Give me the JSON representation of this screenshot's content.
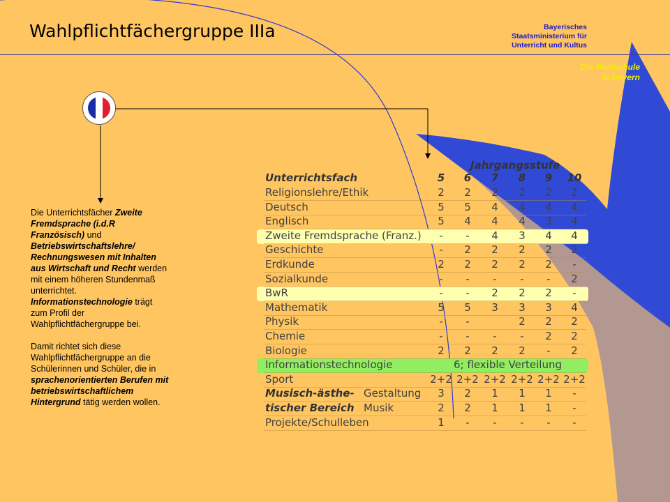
{
  "header": {
    "title": "Wahlpflichtfächergruppe IIIa",
    "ministry_lines": [
      "Bayerisches",
      "Staatsministerium für",
      "Unterricht und Kultus"
    ],
    "school_lines": [
      "Die Realschule",
      "in Bayern"
    ]
  },
  "colors": {
    "background": "#ffc561",
    "ministry_text": "#1b1bd0",
    "school_text": "#f0f000",
    "swoosh": "#1f3fe0",
    "highlight_yellow": "#ffffb0",
    "highlight_green": "#90ee60"
  },
  "flag": {
    "icon": "french-flag-icon",
    "colors": [
      "#1a2ba8",
      "#ffffff",
      "#e0202a"
    ]
  },
  "description": {
    "para1": [
      {
        "t": "Die Unterrichtsfächer",
        "b": false
      },
      {
        "t": "Zweite Fremdsprache (i.d.R Französisch)",
        "b": true
      },
      {
        "t": "und",
        "b": false
      },
      {
        "t": "Betriebswirtschaftslehre/ Rechnungswesen mit Inhalten aus Wirtschaft und Recht",
        "b": true
      },
      {
        "t": "werden mit einem höheren Stundenmaß unterrichtet.",
        "b": false
      },
      {
        "t": "Informationstechnologie",
        "b": true
      },
      {
        "t": "trägt zum Profil der Wahlpflichtfächergruppe bei.",
        "b": false
      }
    ],
    "para2": [
      {
        "t": "Damit richtet sich diese Wahlpflichtfächergruppe an die Schülerinnen und Schüler, die in",
        "b": false
      },
      {
        "t": "sprachenorientierten Berufen mit betriebswirtschaftlichem Hintergrund",
        "b": true
      },
      {
        "t": "tätig werden wollen.",
        "b": false
      }
    ]
  },
  "table": {
    "group_header": "Jahrgangsstufe",
    "subject_header": "Unterrichtsfach",
    "grades": [
      "5",
      "6",
      "7",
      "8",
      "9",
      "10"
    ],
    "rows": [
      {
        "subject": "Religionslehre/Ethik",
        "values": [
          "2",
          "2",
          "2",
          "2",
          "2",
          "2"
        ]
      },
      {
        "subject": "Deutsch",
        "values": [
          "5",
          "5",
          "4",
          "4",
          "4",
          "4"
        ]
      },
      {
        "subject": "Englisch",
        "values": [
          "5",
          "4",
          "4",
          "4",
          "3",
          "4"
        ]
      },
      {
        "subject": "Zweite Fremdsprache (Franz.)",
        "values": [
          "-",
          "-",
          "4",
          "3",
          "4",
          "4"
        ],
        "highlight": "yellow"
      },
      {
        "subject": "Geschichte",
        "values": [
          "-",
          "2",
          "2",
          "2",
          "2",
          "2"
        ]
      },
      {
        "subject": "Erdkunde",
        "values": [
          "2",
          "2",
          "2",
          "2",
          "2",
          "-"
        ]
      },
      {
        "subject": "Sozialkunde",
        "values": [
          "-",
          "-",
          "-",
          "-",
          "-",
          "2"
        ]
      },
      {
        "subject": "BwR",
        "values": [
          "-",
          "-",
          "2",
          "2",
          "2",
          "-"
        ],
        "highlight": "yellow"
      },
      {
        "subject": "Mathematik",
        "values": [
          "5",
          "5",
          "3",
          "3",
          "3",
          "4"
        ]
      },
      {
        "subject": "Physik",
        "values": [
          "-",
          "-",
          "",
          "2",
          "2",
          "2"
        ]
      },
      {
        "subject": "Chemie",
        "values": [
          "-",
          "-",
          "-",
          "-",
          "2",
          "2"
        ]
      },
      {
        "subject": "Biologie",
        "values": [
          "2",
          "2",
          "2",
          "2",
          "-",
          "2"
        ]
      },
      {
        "subject": "Informationstechnologie",
        "span": "6; flexible Verteilung",
        "highlight": "green"
      },
      {
        "subject": "Sport",
        "values": [
          "2+2",
          "2+2",
          "2+2",
          "2+2",
          "2+2",
          "2+2"
        ]
      },
      {
        "subject": "Musisch-ästhe-",
        "sub": "Gestaltung",
        "values": [
          "3",
          "2",
          "1",
          "1",
          "1",
          "-"
        ],
        "bold": true
      },
      {
        "subject": "tischer Bereich",
        "sub": "Musik",
        "values": [
          "2",
          "2",
          "1",
          "1",
          "1",
          "-"
        ],
        "bold": true
      },
      {
        "subject": "Projekte/Schulleben",
        "values": [
          "1",
          "-",
          "-",
          "-",
          "-",
          "-"
        ]
      }
    ]
  }
}
